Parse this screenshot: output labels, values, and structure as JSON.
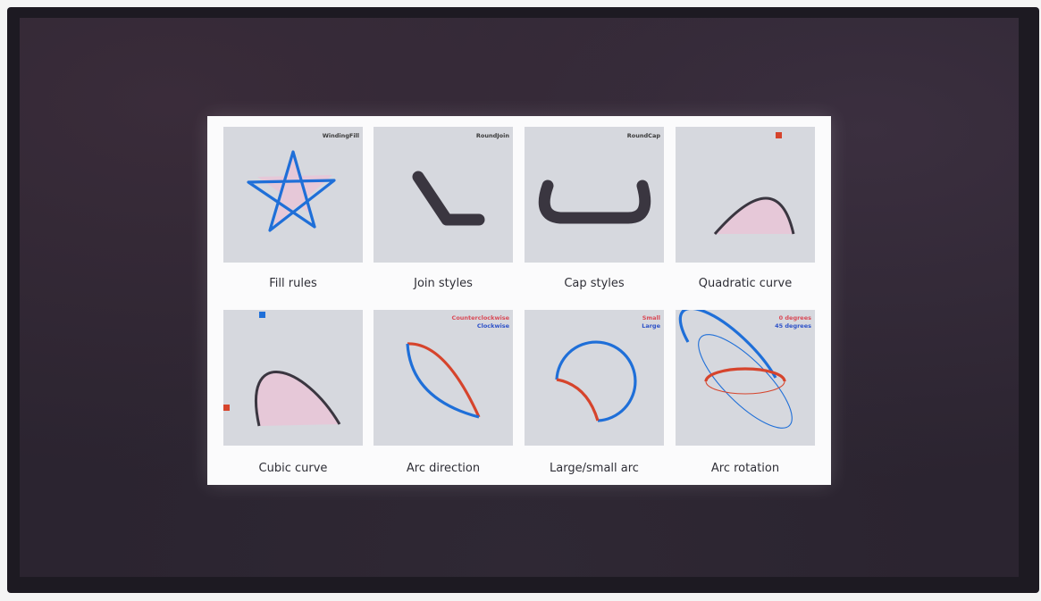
{
  "colors": {
    "canvas_bg": "#d6d8de",
    "blue": "#1f6fd8",
    "red": "#d6442c",
    "dark": "#3a3640",
    "fill_pink": "#e6c8d8",
    "tag_red": "#d94a57",
    "tag_blue": "#2e52c8"
  },
  "tiles": [
    {
      "caption": "Fill rules",
      "tags": [
        "WindingFill"
      ]
    },
    {
      "caption": "Join styles",
      "tags": [
        "RoundJoin"
      ]
    },
    {
      "caption": "Cap styles",
      "tags": [
        "RoundCap"
      ]
    },
    {
      "caption": "Quadratic curve",
      "tags": []
    },
    {
      "caption": "Cubic curve",
      "tags": []
    },
    {
      "caption": "Arc direction",
      "tags": [
        "Counterclockwise",
        "Clockwise"
      ]
    },
    {
      "caption": "Large/small arc",
      "tags": [
        "Small",
        "Large"
      ]
    },
    {
      "caption": "Arc rotation",
      "tags": [
        "0 degrees",
        "45 degrees"
      ]
    }
  ]
}
